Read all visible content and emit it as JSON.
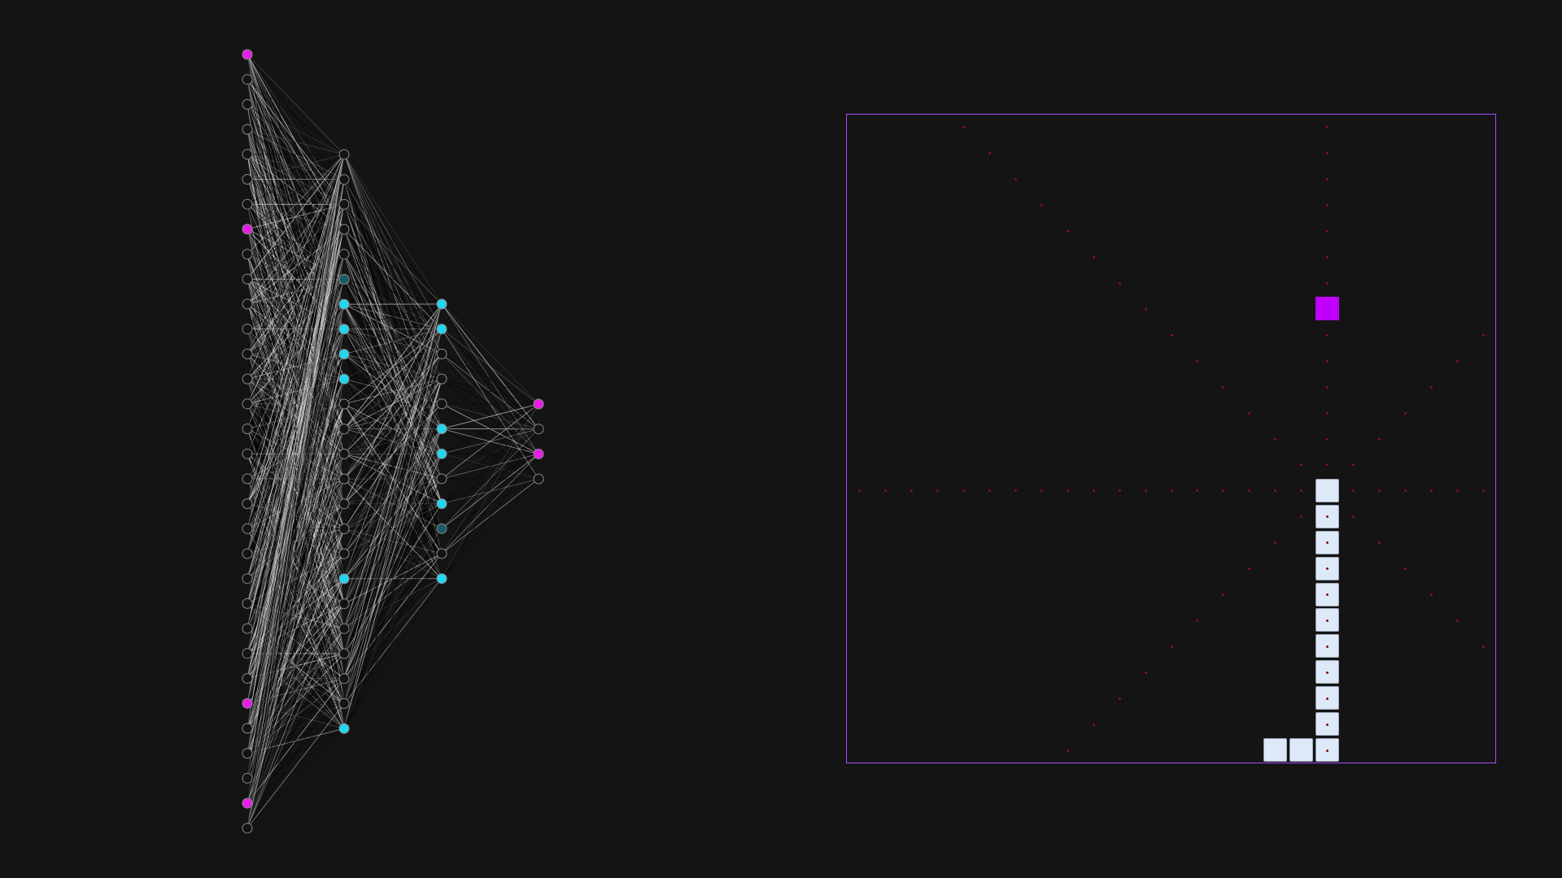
{
  "colors": {
    "background": "#141414",
    "board_border": "#a64dff",
    "snake_segment": "#dde9f8",
    "food": "#c000ff",
    "vision_ray": "#8b1010",
    "node_active_input": "#e61ee6",
    "node_active_hidden": "#22d6f0",
    "node_dim_hidden": "#1b5a66",
    "node_inactive": "#141414",
    "node_stroke": "#8a8a8a"
  },
  "network": {
    "layers": [
      {
        "name": "input",
        "active_nodes": [
          0,
          7,
          26,
          30
        ],
        "dim_nodes": [],
        "size": 32
      },
      {
        "name": "hidden-1",
        "active_nodes": [
          6,
          7,
          8,
          9,
          17,
          23
        ],
        "dim_nodes": [
          5
        ],
        "size": 24
      },
      {
        "name": "hidden-2",
        "active_nodes": [
          0,
          1,
          5,
          6,
          8,
          11
        ],
        "dim_nodes": [
          9
        ],
        "size": 12
      },
      {
        "name": "output",
        "active_nodes": [
          0,
          2
        ],
        "dim_nodes": [],
        "size": 4
      }
    ]
  },
  "game": {
    "grid_size": 25,
    "food": {
      "col": 18,
      "row": 7
    },
    "snake": [
      {
        "col": 18,
        "row": 14
      },
      {
        "col": 18,
        "row": 15
      },
      {
        "col": 18,
        "row": 16
      },
      {
        "col": 18,
        "row": 17
      },
      {
        "col": 18,
        "row": 18
      },
      {
        "col": 18,
        "row": 19
      },
      {
        "col": 18,
        "row": 20
      },
      {
        "col": 18,
        "row": 21
      },
      {
        "col": 18,
        "row": 22
      },
      {
        "col": 18,
        "row": 23
      },
      {
        "col": 18,
        "row": 24
      },
      {
        "col": 17,
        "row": 24
      },
      {
        "col": 16,
        "row": 24
      }
    ]
  }
}
